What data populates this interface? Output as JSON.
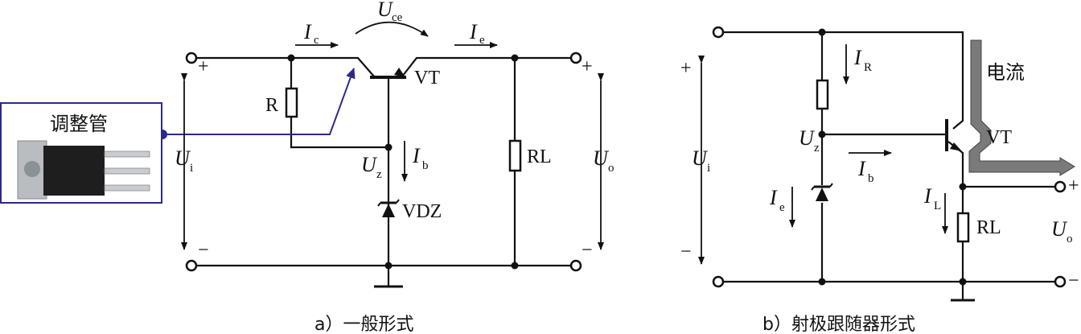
{
  "diagram_a": {
    "caption": "a）一般形式",
    "callout_label": "调整管",
    "labels": {
      "R": "R",
      "VT": "VT",
      "VDZ": "VDZ",
      "RL": "RL",
      "Ic_main": "I",
      "Ic_sub": "c",
      "Uce_main": "U",
      "Uce_sub": "ce",
      "Ie_main": "I",
      "Ie_sub": "e",
      "Ib_main": "I",
      "Ib_sub": "b",
      "Uz_main": "U",
      "Uz_sub": "z",
      "Ui_main": "U",
      "Ui_sub": "i",
      "Uo_main": "U",
      "Uo_sub": "o",
      "plus_in": "+",
      "minus_in": "−",
      "plus_out": "+",
      "minus_out": "−"
    }
  },
  "diagram_b": {
    "caption": "b）射极跟随器形式",
    "current_label": "电流",
    "labels": {
      "VT": "VT",
      "RL": "RL",
      "IR_main": "I",
      "IR_sub": "R",
      "Uz_main": "U",
      "Uz_sub": "z",
      "Ib_main": "I",
      "Ib_sub": "b",
      "Ie_main": "I",
      "Ie_sub": "e",
      "IL_main": "I",
      "IL_sub": "L",
      "Ui_main": "U",
      "Ui_sub": "i",
      "Uo_main": "U",
      "Uo_sub": "o",
      "plus_in": "+",
      "minus_in": "−",
      "plus_out": "+",
      "minus_out": "−"
    }
  },
  "colors": {
    "callout": "#2c2a8c",
    "current_arrow": "#7a7a7a",
    "wire": "#111111"
  }
}
